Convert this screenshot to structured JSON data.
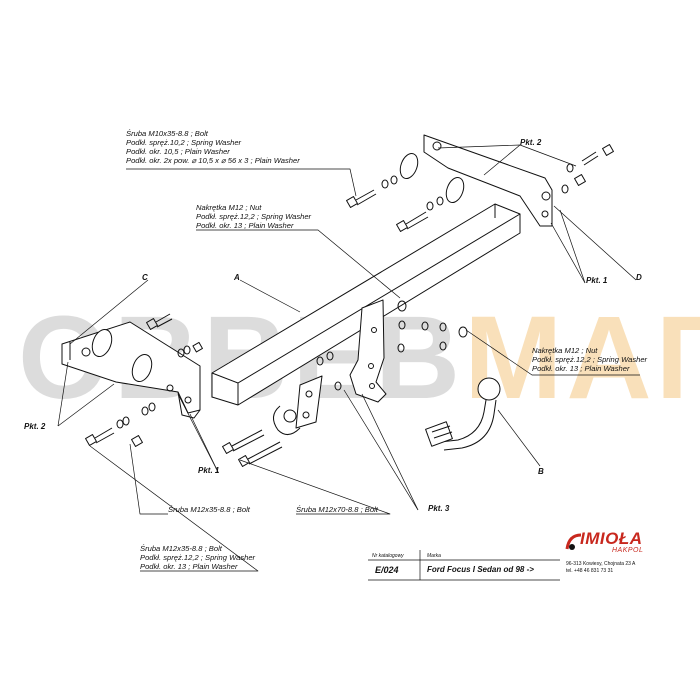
{
  "watermark": {
    "main": "OBBEB",
    "accent": "MAΓ"
  },
  "labels": {
    "bolt_m10": {
      "lines": [
        "Śruba  M10x35-8.8 ;  Bolt",
        "Podkł. spręż.10,2 ;  Spring Washer",
        "Podkł. okr. 10,5 ;  Plain Washer",
        "Podkł. okr. 2x pow.  ⌀ 10,5 x  ⌀ 56 x 3 ;  Plain Washer"
      ]
    },
    "nut_left": {
      "lines": [
        "Nakrętka  M12 ;  Nut",
        "Podkł. spręż.12,2 ;  Spring Washer",
        "Podkł. okr. 13 ;  Plain Washer"
      ]
    },
    "nut_right": {
      "lines": [
        "Nakrętka  M12 ;  Nut",
        "Podkł. spręż.12,2 ;  Spring Washer",
        "Podkł. okr. 13 ;  Plain Washer"
      ]
    },
    "bolt_m12x35": "Śruba  M12x35-8.8 ;  Bolt",
    "bolt_m12x70": "Śruba  M12x70-8.8 ;  Bolt",
    "bolt_m12_bottom": {
      "lines": [
        "Śruba  M12x35-8.8 ;  Bolt",
        "Podkł. spręż.12,2 ;  Spring Washer",
        "Podkł. okr. 13 ;  Plain Washer"
      ]
    }
  },
  "points": {
    "pkt2_top": "Pkt. 2",
    "pkt1_right": "Pkt. 1",
    "pkt2_left": "Pkt. 2",
    "pkt1_bottom": "Pkt. 1",
    "pkt3": "Pkt. 3"
  },
  "letters": {
    "a": "A",
    "b": "B",
    "c": "C",
    "d": "D"
  },
  "title_block": {
    "catalog_caption": "Nr katalogowy",
    "catalog_number": "E/024",
    "make_caption": "Marka",
    "model": "Ford Focus I Sedan   od 98 ->",
    "brand": "IMIOŁA",
    "brand_sub": "HAKPOL",
    "address_1": "96-313 Kowiesy,  Chojnata 23 A",
    "address_2": "tel. +48 46 831 73 31"
  }
}
